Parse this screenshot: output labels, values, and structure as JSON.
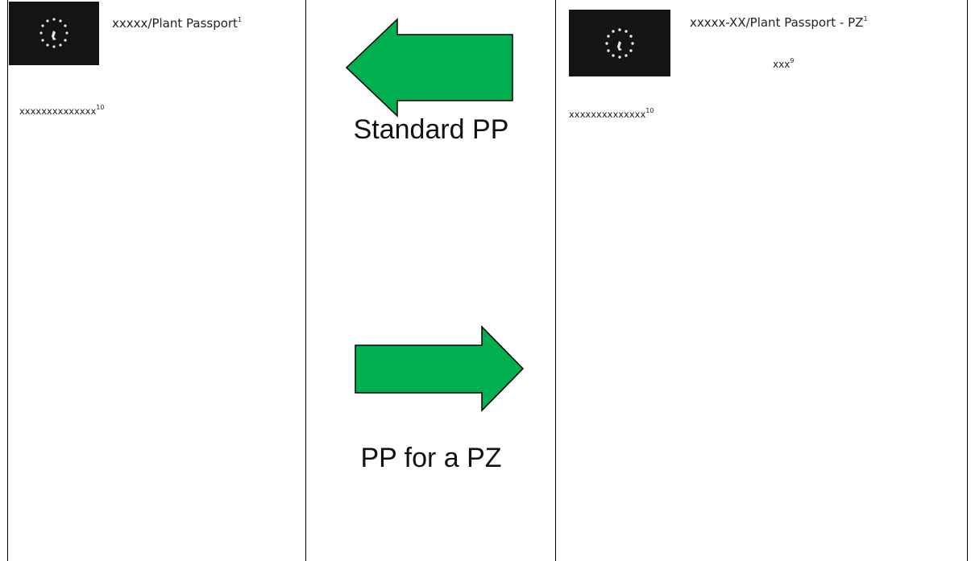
{
  "left_passport": {
    "title": "xxxxx/Plant Passport",
    "title_note": "1",
    "serial": "xxxxxxxxxxxxxx",
    "serial_note": "10"
  },
  "right_passport": {
    "title": "xxxxx-XX/Plant Passport - PZ",
    "title_note": "1",
    "code": "xxx",
    "code_note": "9",
    "serial": "xxxxxxxxxxxxxx",
    "serial_note": "10"
  },
  "arrows": {
    "top": {
      "label": "Standard PP",
      "direction": "left",
      "color": "#00b050"
    },
    "bottom": {
      "label": "PP for a PZ",
      "direction": "right",
      "color": "#00b050"
    }
  },
  "flag_icon": "eu-flag-icon"
}
